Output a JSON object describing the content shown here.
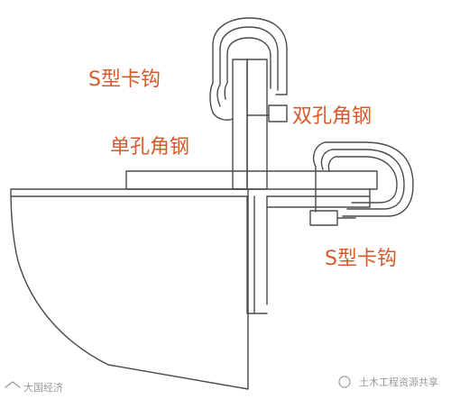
{
  "labels": {
    "s_hook_top": "S型卡钩",
    "double_hole_angle": "双孔角钢",
    "single_hole_angle": "单孔角钢",
    "s_hook_bottom": "S型卡钩"
  },
  "watermarks": {
    "left": "大国经济",
    "right": "土木工程资源共享"
  },
  "colors": {
    "label": "#d8592a",
    "lines": "#4a4a4a"
  }
}
